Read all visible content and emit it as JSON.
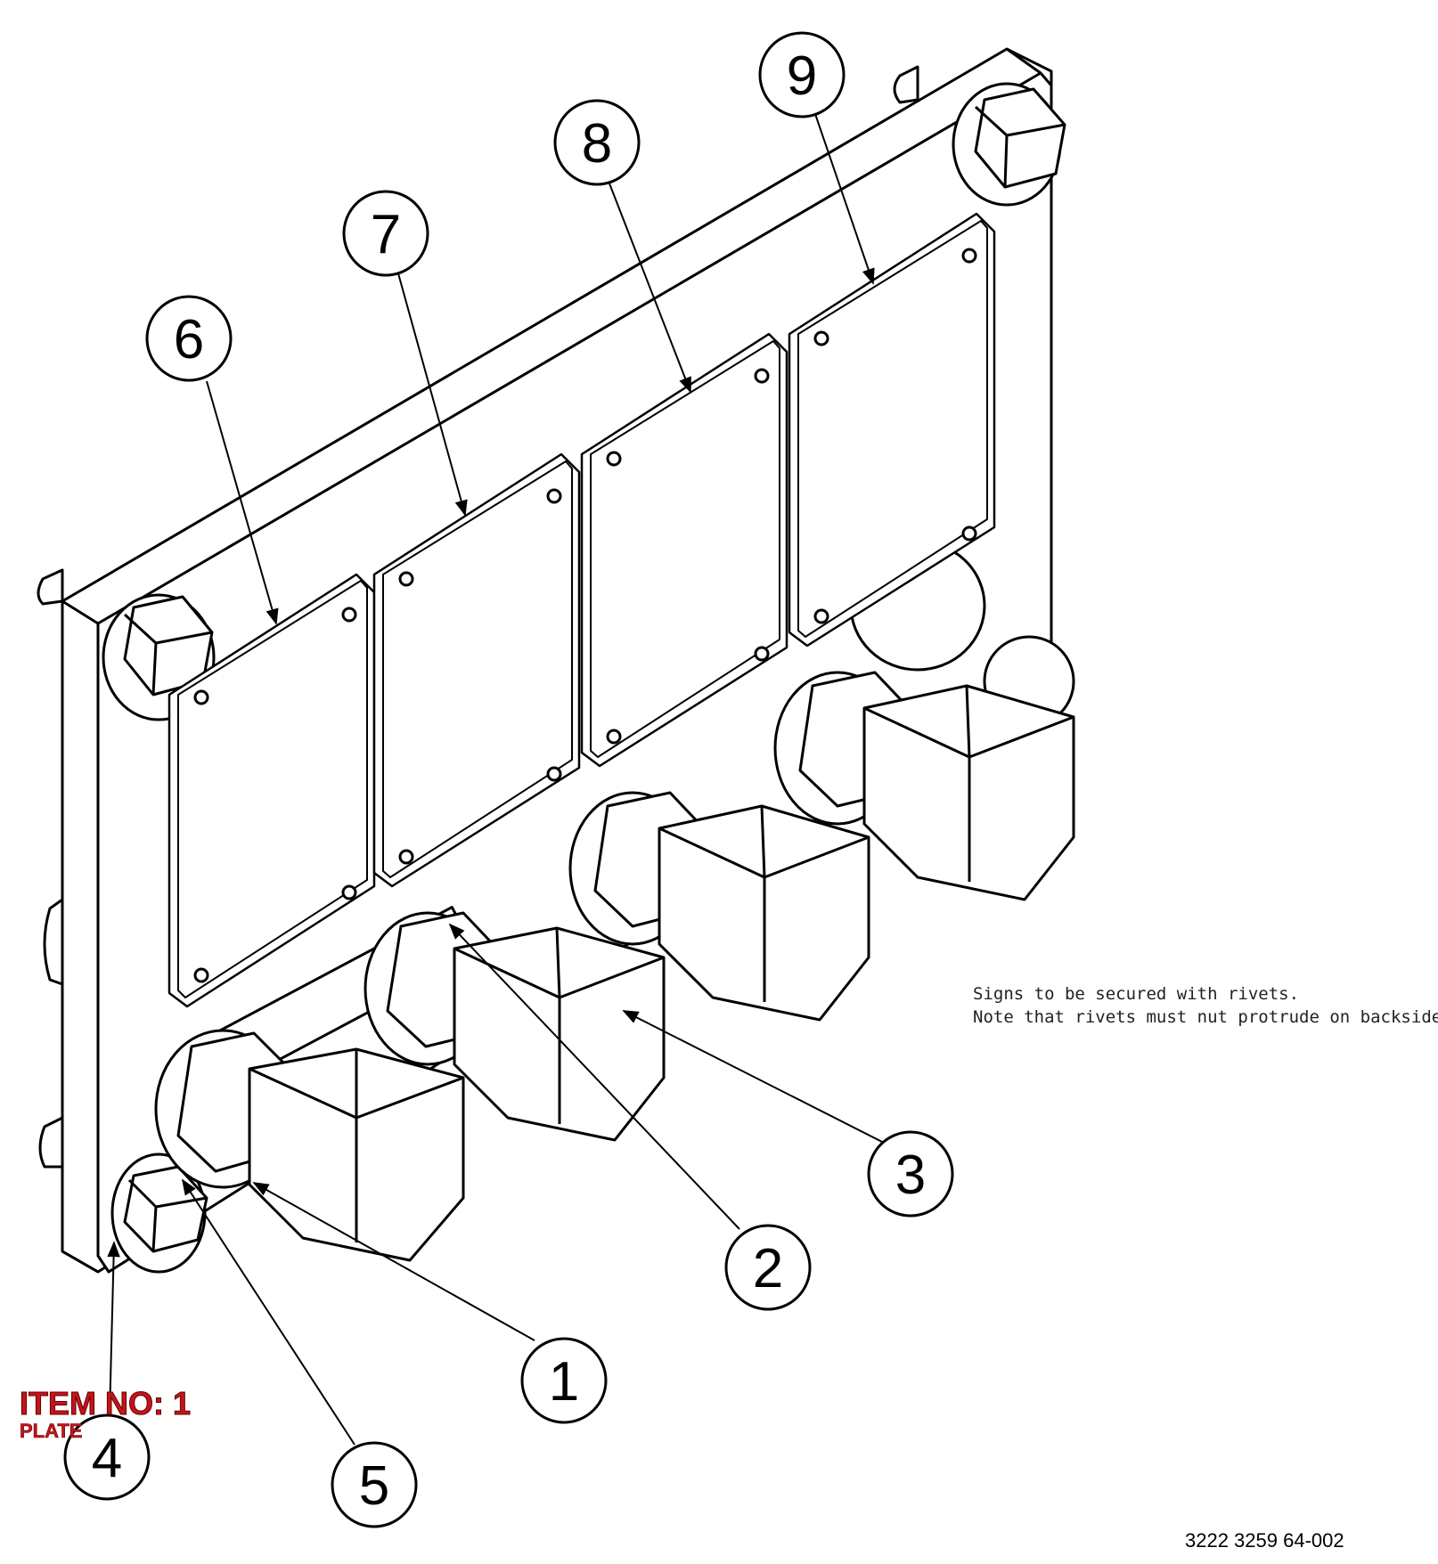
{
  "balloons": [
    {
      "id": "1",
      "label": "1"
    },
    {
      "id": "2",
      "label": "2"
    },
    {
      "id": "3",
      "label": "3"
    },
    {
      "id": "4",
      "label": "4"
    },
    {
      "id": "5",
      "label": "5"
    },
    {
      "id": "6",
      "label": "6"
    },
    {
      "id": "7",
      "label": "7"
    },
    {
      "id": "8",
      "label": "8"
    },
    {
      "id": "9",
      "label": "9"
    }
  ],
  "note": {
    "line1": "Signs to be secured with rivets.",
    "line2": "Note that rivets must nut protrude on backside."
  },
  "item_stamp": {
    "title": "ITEM NO: 1",
    "subtitle": "PLATE",
    "color": "#c0161c"
  },
  "document_number": "3222 3259 64-002"
}
